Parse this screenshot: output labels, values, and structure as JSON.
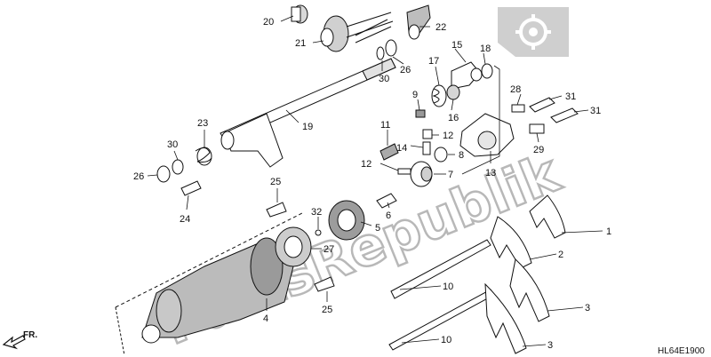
{
  "diagram": {
    "code": "HL64E1900",
    "direction_label": "FR.",
    "callouts": [
      "20",
      "21",
      "22",
      "15",
      "18",
      "26",
      "30",
      "17",
      "9",
      "16",
      "19",
      "28",
      "31",
      "31",
      "23",
      "12",
      "11",
      "30",
      "14",
      "8",
      "29",
      "26",
      "7",
      "13",
      "12",
      "25",
      "24",
      "6",
      "32",
      "5",
      "27",
      "1",
      "2",
      "10",
      "4",
      "25",
      "3",
      "10",
      "3"
    ]
  }
}
